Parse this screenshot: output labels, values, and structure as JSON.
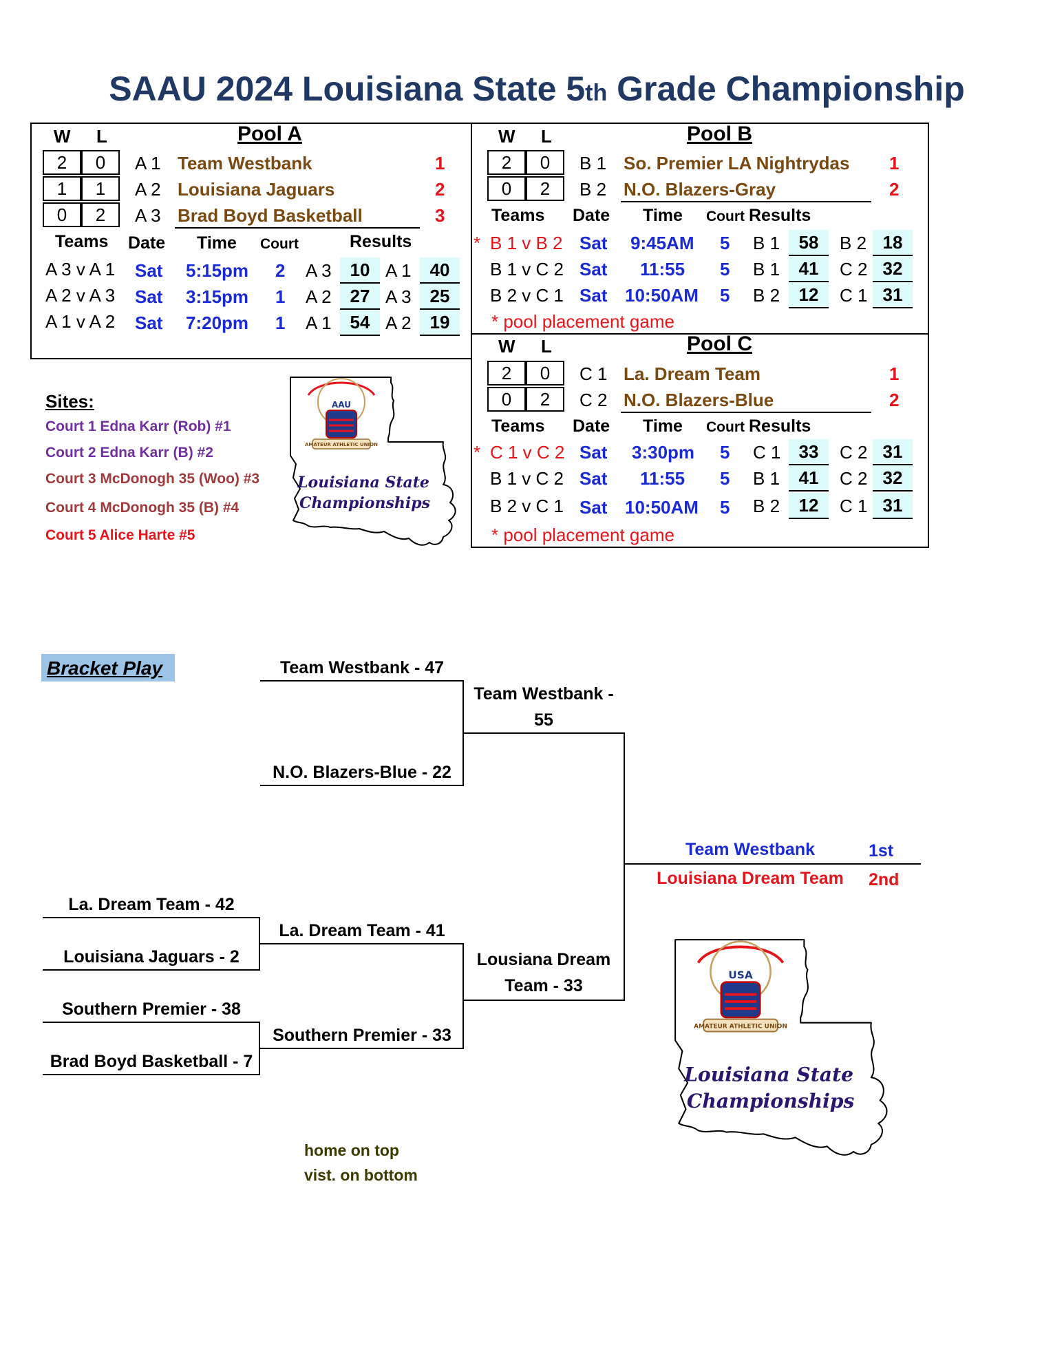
{
  "title_main": "SAAU 2024 Louisiana State 5",
  "title_sup": "th",
  "title_end": " Grade Championship",
  "pool_a": {
    "title": "Pool A",
    "w_label": "W",
    "l_label": "L",
    "teams": [
      {
        "w": "2",
        "l": "0",
        "seed": "A 1",
        "name": "Team Westbank",
        "rank": "1"
      },
      {
        "w": "1",
        "l": "1",
        "seed": "A 2",
        "name": "Louisiana Jaguars",
        "rank": "2"
      },
      {
        "w": "0",
        "l": "2",
        "seed": "A 3",
        "name": "Brad Boyd Basketball",
        "rank": "3"
      }
    ],
    "headers": {
      "teams": "Teams",
      "date": "Date",
      "time": "Time",
      "court": "Court",
      "results": "Results"
    },
    "games": [
      {
        "matchup": "A 3 v A 1",
        "date": "Sat",
        "time": "5:15pm",
        "court": "2",
        "t1": "A 3",
        "s1": "10",
        "t2": "A 1",
        "s2": "40"
      },
      {
        "matchup": "A 2 v A 3",
        "date": "Sat",
        "time": "3:15pm",
        "court": "1",
        "t1": "A 2",
        "s1": "27",
        "t2": "A 3",
        "s2": "25"
      },
      {
        "matchup": "A 1 v A 2",
        "date": "Sat",
        "time": "7:20pm",
        "court": "1",
        "t1": "A 1",
        "s1": "54",
        "t2": "A 2",
        "s2": "19"
      }
    ]
  },
  "pool_b": {
    "title": "Pool B",
    "w_label": "W",
    "l_label": "L",
    "teams": [
      {
        "w": "2",
        "l": "0",
        "seed": "B 1",
        "name": "So. Premier LA Nightrydas",
        "rank": "1"
      },
      {
        "w": "0",
        "l": "2",
        "seed": "B 2",
        "name": "N.O. Blazers-Gray",
        "rank": "2"
      }
    ],
    "headers": {
      "teams": "Teams",
      "date": "Date",
      "time": "Time",
      "court": "Court",
      "results": "Results"
    },
    "games": [
      {
        "star": "*",
        "matchup": "B 1 v B 2",
        "date": "Sat",
        "time": "9:45AM",
        "court": "5",
        "t1": "B 1",
        "s1": "58",
        "t2": "B 2",
        "s2": "18"
      },
      {
        "star": "",
        "matchup": "B 1 v C 2",
        "date": "Sat",
        "time": "11:55",
        "court": "5",
        "t1": "B 1",
        "s1": "41",
        "t2": "C 2",
        "s2": "32"
      },
      {
        "star": "",
        "matchup": "B 2 v C 1",
        "date": "Sat",
        "time": "10:50AM",
        "court": "5",
        "t1": "B 2",
        "s1": "12",
        "t2": "C 1",
        "s2": "31"
      }
    ],
    "note": "* pool placement game"
  },
  "pool_c": {
    "title": "Pool C",
    "w_label": "W",
    "l_label": "L",
    "teams": [
      {
        "w": "2",
        "l": "0",
        "seed": "C 1",
        "name": "La. Dream Team",
        "rank": "1"
      },
      {
        "w": "0",
        "l": "2",
        "seed": "C 2",
        "name": "N.O. Blazers-Blue",
        "rank": "2"
      }
    ],
    "headers": {
      "teams": "Teams",
      "date": "Date",
      "time": "Time",
      "court": "Court",
      "results": "Results"
    },
    "games": [
      {
        "star": "*",
        "matchup": "C 1 v C 2",
        "date": "Sat",
        "time": "3:30pm",
        "court": "5",
        "t1": "C 1",
        "s1": "33",
        "t2": "C 2",
        "s2": "31"
      },
      {
        "star": "",
        "matchup": "B 1 v C 2",
        "date": "Sat",
        "time": "11:55",
        "court": "5",
        "t1": "B 1",
        "s1": "41",
        "t2": "C 2",
        "s2": "32"
      },
      {
        "star": "",
        "matchup": "B 2 v C 1",
        "date": "Sat",
        "time": "10:50AM",
        "court": "5",
        "t1": "B 2",
        "s1": "12",
        "t2": "C 1",
        "s2": "31"
      }
    ],
    "note": "* pool placement game"
  },
  "sites": {
    "title": "Sites:",
    "courts": [
      {
        "label": "Court 1 Edna Karr (Rob) #1",
        "color": "#7030a0"
      },
      {
        "label": "Court 2 Edna Karr (B) #2",
        "color": "#7030a0"
      },
      {
        "label": "Court 3 McDonogh 35 (Woo) #3",
        "color": "#a13b3b"
      },
      {
        "label": "Court 4 McDonogh 35 (B) #4",
        "color": "#a13b3b"
      },
      {
        "label": "Court 5 Alice Harte #5",
        "color": "#e8141b"
      }
    ]
  },
  "logo": {
    "line1": "Louisiana State",
    "line2": "Championships",
    "badge": "AAU",
    "badge2": "USA",
    "ribbon": "AMATEUR ATHLETIC UNION"
  },
  "bracket": {
    "label": "Bracket Play",
    "r1_top": "Team Westbank - 47",
    "r1_bottom": "N.O. Blazers-Blue - 22",
    "semi_top_1": "Team Westbank -",
    "semi_top_2": "55",
    "play_in": [
      "La. Dream Team - 42",
      "Louisiana Jaguars - 2",
      "Southern Premier - 38",
      "Brad Boyd Basketball - 7"
    ],
    "qf_1": "La. Dream Team - 41",
    "qf_2": "Southern Premier - 33",
    "semi_bottom_1": "Lousiana Dream",
    "semi_bottom_2": "Team - 33",
    "champion": "Team Westbank",
    "champion_place": "1st",
    "runner_up": "Louisiana Dream Team",
    "runner_up_place": "2nd",
    "note_1": "home on top",
    "note_2": "vist. on bottom"
  },
  "colors": {
    "title": "#1f3864",
    "team_brown": "#7a4a12",
    "rank_red": "#e8141b",
    "sched_blue": "#1a2bd6",
    "score_bg": "#ddfbfb",
    "bracket_label_bg": "#9dc3e6",
    "note_green": "#3b3b00"
  }
}
